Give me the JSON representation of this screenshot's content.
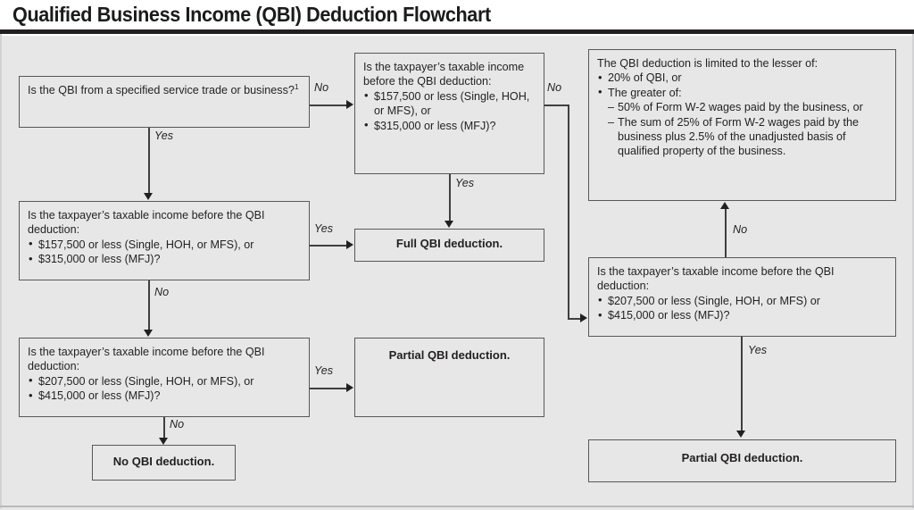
{
  "title": "Qualified Business Income (QBI) Deduction Flowchart",
  "nodes": {
    "q1": {
      "text": "Is the QBI from a specified service trade or business?",
      "footnote_marker": "1"
    },
    "q2_top": {
      "lead": "Is the taxpayer’s taxable income before the QBI deduction:",
      "bullets": [
        "$157,500 or less (Single, HOH, or MFS), or",
        "$315,000 or less (MFJ)?"
      ]
    },
    "q3_left": {
      "lead": "Is the taxpayer’s taxable income before the QBI deduction:",
      "bullets": [
        "$157,500 or less (Single, HOH, or MFS), or",
        "$315,000 or less (MFJ)?"
      ]
    },
    "q4_left": {
      "lead": "Is the taxpayer’s taxable income before the QBI deduction:",
      "bullets": [
        "$207,500 or less (Single, HOH, or MFS), or",
        "$415,000 or less (MFJ)?"
      ]
    },
    "q5_right": {
      "lead": "Is the taxpayer’s taxable income before the QBI deduction:",
      "bullets": [
        "$207,500 or less (Single, HOH, or MFS) or",
        "$415,000 or less (MFJ)?"
      ]
    },
    "limitation": {
      "lead": "The QBI deduction is limited to the lesser of:",
      "bullets": [
        "20% of QBI, or",
        "The greater of:"
      ],
      "subbullets": [
        "50% of Form W-2 wages paid by the business, or",
        "The sum of 25% of Form W-2 wages paid by the business plus 2.5% of the unadjusted basis of qualified property of the business."
      ]
    },
    "full_deduction": {
      "text": "Full QBI deduction."
    },
    "partial_deduction_mid": {
      "text": "Partial QBI deduction."
    },
    "no_deduction": {
      "text": "No QBI deduction."
    },
    "partial_deduction_right": {
      "text": "Partial QBI deduction."
    }
  },
  "edge_labels": {
    "q1_no": "No",
    "q1_yes": "Yes",
    "q2_no": "No",
    "q2_yes": "Yes",
    "q3_yes": "Yes",
    "q3_no": "No",
    "q4_yes": "Yes",
    "q4_no": "No",
    "q5_no": "No",
    "q5_yes": "Yes"
  },
  "colors": {
    "background": "#e7e7e8",
    "box_border": "#58585b",
    "connector": "#3f3f42",
    "title_rule": "#231f20",
    "text": "#231f20"
  }
}
